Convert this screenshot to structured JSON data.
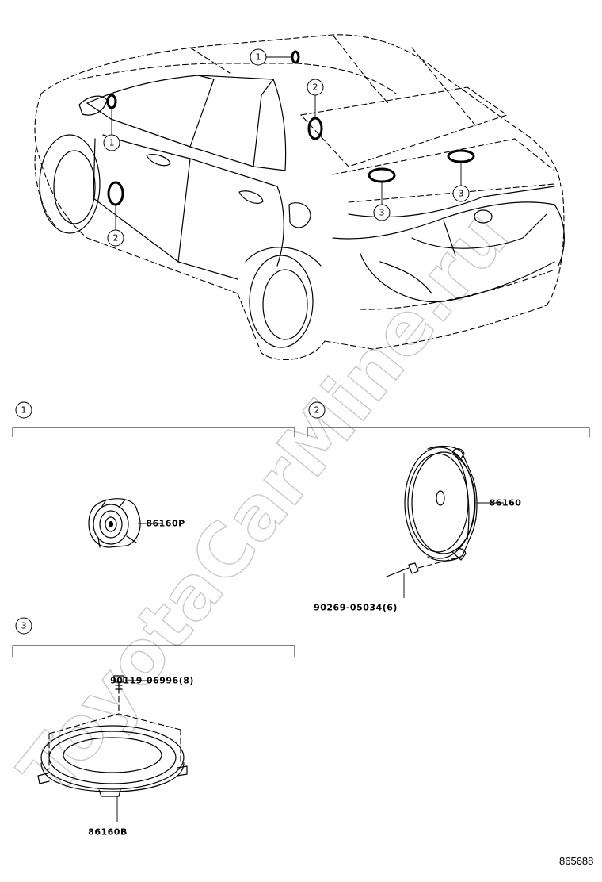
{
  "diagram_code": "865688",
  "watermark": "ToyotaCarMine.ru",
  "callouts": {
    "c1": "1",
    "c2": "2",
    "c3": "3"
  },
  "sections": [
    {
      "id": "1",
      "parts": [
        {
          "number": "86160P"
        }
      ]
    },
    {
      "id": "2",
      "parts": [
        {
          "number": "86160"
        },
        {
          "number": "90269-05034(6)"
        }
      ]
    },
    {
      "id": "3",
      "parts": [
        {
          "number": "90119-06996(8)"
        },
        {
          "number": "86160B"
        }
      ]
    }
  ]
}
